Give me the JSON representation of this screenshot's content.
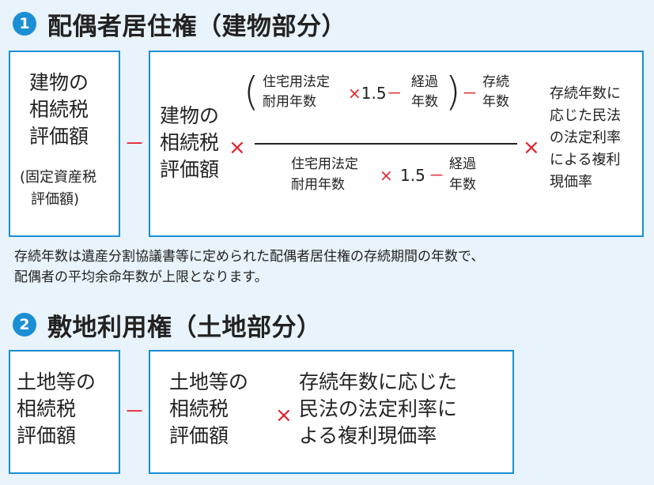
{
  "section1": {
    "badge": "1",
    "title": "配偶者居住権（建物部分）",
    "left_box": {
      "lines": [
        "建物の",
        "相続税",
        "評価額"
      ],
      "sub_lines": [
        "(固定資産税",
        "評価額)"
      ]
    },
    "minus": "－",
    "formula": {
      "value_lines": [
        "建物の",
        "相続税",
        "評価額"
      ],
      "times1": "×",
      "num_open_paren": "(",
      "num_term1": [
        "住宅用法定",
        "耐用年数"
      ],
      "num_times_value": "×1.5",
      "num_minus1": "－",
      "num_term2": [
        "経過",
        "年数"
      ],
      "num_close_paren": ")",
      "num_minus2": "－",
      "num_term3": [
        "存続",
        "年数"
      ],
      "den_term1": [
        "住宅用法定",
        "耐用年数"
      ],
      "den_times": "×",
      "den_value": "1.5",
      "den_minus": "－",
      "den_term2": [
        "経過",
        "年数"
      ],
      "times2": "×",
      "rate_lines": [
        "存続年数に",
        "応じた民法",
        "の法定利率",
        "による複利",
        "現価率"
      ]
    },
    "note_lines": [
      "存続年数は遺産分割協議書等に定められた配偶者居住権の存続期間の年数で、",
      "配偶者の平均余命年数が上限となります。"
    ]
  },
  "section2": {
    "badge": "2",
    "title": "敷地利用権（土地部分）",
    "left_box": {
      "lines": [
        "土地等の",
        "相続税",
        "評価額"
      ]
    },
    "minus": "－",
    "formula": {
      "value_lines": [
        "土地等の",
        "相続税",
        "評価額"
      ],
      "times": "×",
      "rate_lines": [
        "存続年数に応じた",
        "民法の法定利率に",
        "よる複利現価率"
      ]
    }
  },
  "colors": {
    "accent": "#1a8fd4",
    "operator": "#e0212b",
    "background": "#e8f3fb",
    "box": "#ffffff"
  }
}
